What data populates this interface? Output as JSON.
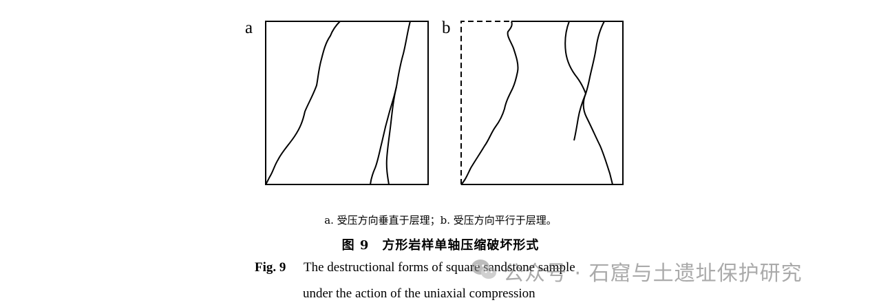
{
  "panels": {
    "a_label": "a",
    "b_label": "b"
  },
  "caption": {
    "sub": "a. 受压方向垂直于层理；b. 受压方向平行于层理。",
    "cn": "图 9　方形岩样单轴压缩破坏形式",
    "fig_num": "Fig. 9",
    "en_line1": "The destructional forms of square sandstone sample",
    "en_line2": "under the action of the uniaxial compression"
  },
  "watermark": {
    "text": "公众号 · 石窟与土遗址保护研究",
    "icon": "wechat-icon",
    "color": "#888888"
  },
  "colors": {
    "line": "#000000",
    "background": "#ffffff"
  }
}
